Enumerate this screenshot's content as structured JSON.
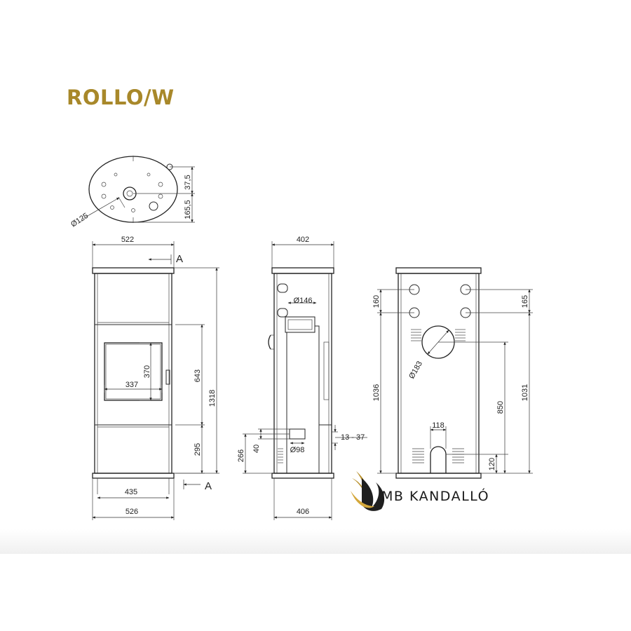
{
  "title": "ROLLO/W",
  "brand": {
    "name": "MB KANDALLÓ",
    "accent_color": "#a8882a"
  },
  "dims": {
    "d125": "Ø125",
    "d37_5": "37,5",
    "d165_5": "165,5",
    "w522": "522",
    "h1318": "1318",
    "h643": "643",
    "h295": "295",
    "h370": "370",
    "w337": "337",
    "w435": "435",
    "w526": "526",
    "w402": "402",
    "d146": "Ø146",
    "d98": "Ø98",
    "h40": "40",
    "h266": "266",
    "r13_37": "13 - 37",
    "w406": "406",
    "h160": "160",
    "h165": "165",
    "d183": "Ø183",
    "h1036": "1036",
    "h1031": "1031",
    "h850": "850",
    "w118": "118",
    "h120": "120"
  },
  "section_marks": [
    "A",
    "A"
  ]
}
